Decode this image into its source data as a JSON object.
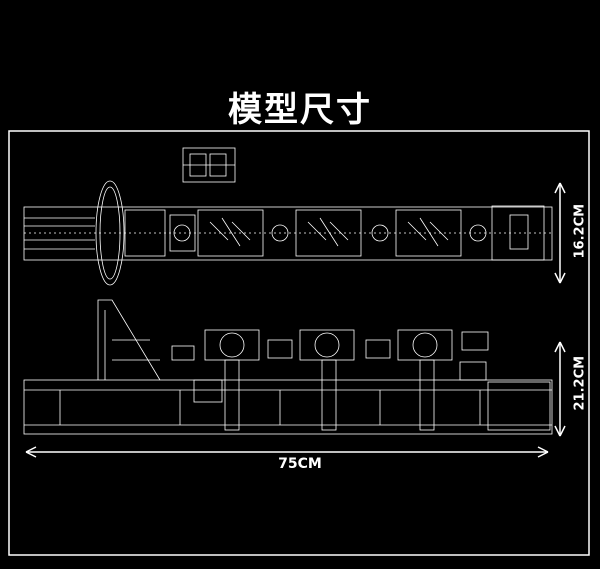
{
  "title": "模型尺寸",
  "dimensions": {
    "width": "75CM",
    "top_view_height": "16.2CM",
    "side_view_height": "21.2CM"
  },
  "colors": {
    "background": "#000000",
    "line": "#ffffff"
  }
}
